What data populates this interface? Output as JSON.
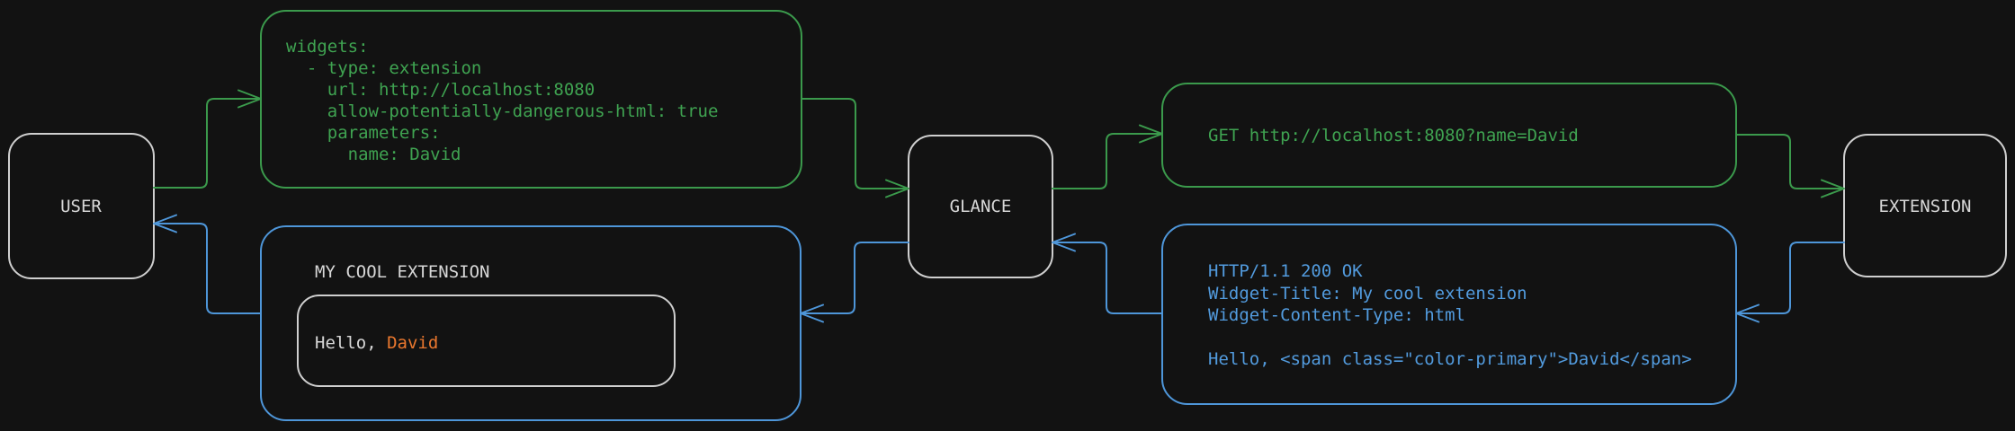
{
  "diagram": {
    "title": "glance-extension-request-flow",
    "colors": {
      "background": "#121212",
      "green": "#3B9A4C",
      "blue": "#4E96D9",
      "gray_border": "#CFCFCF",
      "text_gray": "#D8D8D8",
      "text_orange": "#E9772E"
    },
    "nodes": {
      "user": {
        "label": "USER"
      },
      "glance": {
        "label": "GLANCE"
      },
      "extension": {
        "label": "EXTENSION"
      }
    },
    "config_box": {
      "lines": [
        "widgets:",
        "  - type: extension",
        "    url: http://localhost:8080",
        "    allow-potentially-dangerous-html: true",
        "    parameters:",
        "      name: David"
      ]
    },
    "request_box": {
      "text": "GET http://localhost:8080?name=David"
    },
    "response_box": {
      "lines": [
        "HTTP/1.1 200 OK",
        "Widget-Title: My cool extension",
        "Widget-Content-Type: html",
        "",
        "Hello, <span class=\"color-primary\">David</span>"
      ]
    },
    "widget_box": {
      "title": "MY COOL EXTENSION",
      "greeting_prefix": "Hello, ",
      "greeting_name": "David"
    }
  }
}
